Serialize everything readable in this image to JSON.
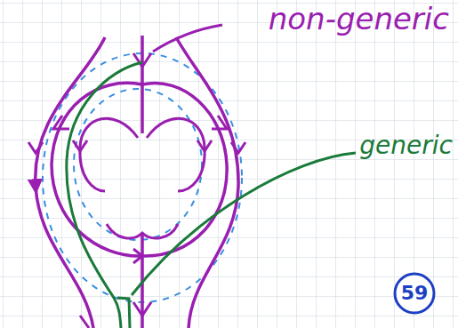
{
  "diagram": {
    "labels": [
      "non-generic",
      "generic",
      "59"
    ]
  }
}
